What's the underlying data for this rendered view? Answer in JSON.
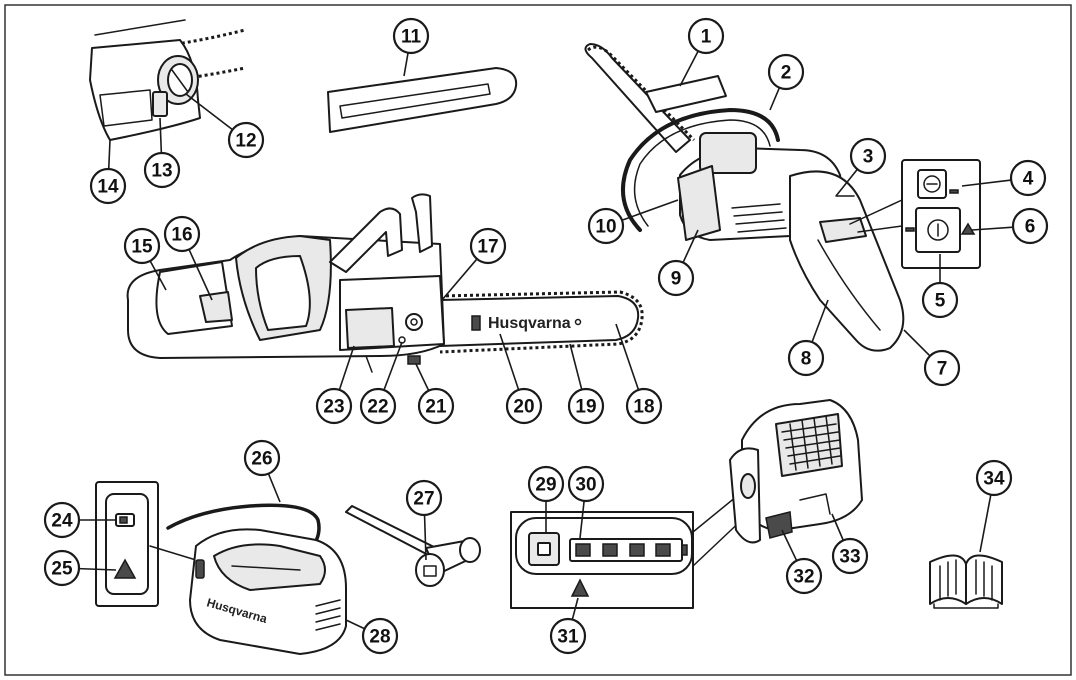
{
  "brand": {
    "name": "Husqvarna"
  },
  "callouts": [
    {
      "n": "1"
    },
    {
      "n": "2"
    },
    {
      "n": "3"
    },
    {
      "n": "4"
    },
    {
      "n": "5"
    },
    {
      "n": "6"
    },
    {
      "n": "7"
    },
    {
      "n": "8"
    },
    {
      "n": "9"
    },
    {
      "n": "10"
    },
    {
      "n": "11"
    },
    {
      "n": "12"
    },
    {
      "n": "13"
    },
    {
      "n": "14"
    },
    {
      "n": "15"
    },
    {
      "n": "16"
    },
    {
      "n": "17"
    },
    {
      "n": "18"
    },
    {
      "n": "19"
    },
    {
      "n": "20"
    },
    {
      "n": "21"
    },
    {
      "n": "22"
    },
    {
      "n": "23"
    },
    {
      "n": "24"
    },
    {
      "n": "25"
    },
    {
      "n": "26"
    },
    {
      "n": "27"
    },
    {
      "n": "28"
    },
    {
      "n": "29"
    },
    {
      "n": "30"
    },
    {
      "n": "31"
    },
    {
      "n": "32"
    },
    {
      "n": "33"
    },
    {
      "n": "34"
    }
  ],
  "colors": {
    "line": "#1a1a1a",
    "fill": "#ffffff",
    "shade": "#e9e9e9",
    "frame": "#333333"
  },
  "icons": [
    "power-icon",
    "eco-mode-icon",
    "warning-icon",
    "battery-icon",
    "manual-book-icon"
  ]
}
